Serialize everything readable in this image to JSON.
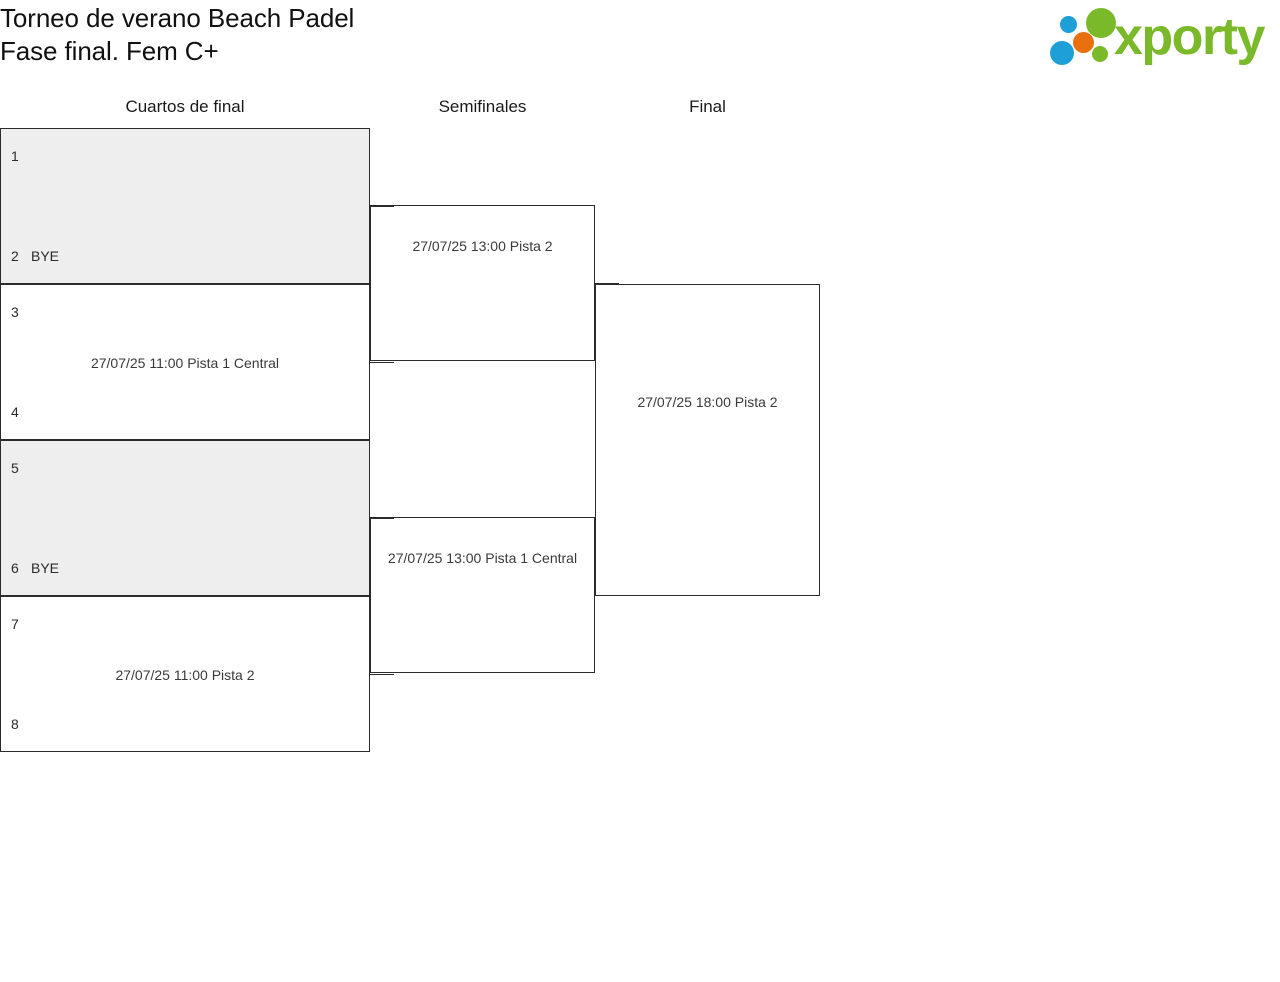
{
  "header": {
    "title_line1": "Torneo de verano Beach Padel",
    "title_line2": "Fase final. Fem C+",
    "logo_word": "xporty",
    "logo_colors": {
      "green": "#7ab929",
      "blue": "#1f9fd8",
      "orange": "#e8700f"
    }
  },
  "colors": {
    "bye_background": "#eeeeee",
    "box_border": "#2b2b2b",
    "text": "#1a1a1a",
    "page_background": "#ffffff"
  },
  "rounds": [
    {
      "key": "quarterfinals",
      "label": "Cuartos de final"
    },
    {
      "key": "semifinals",
      "label": "Semifinales"
    },
    {
      "key": "final",
      "label": "Final"
    }
  ],
  "bracket": {
    "quarterfinals": [
      {
        "id": "qf1",
        "bye": true,
        "top": {
          "seed": "1",
          "name": ""
        },
        "bottom": {
          "seed": "2",
          "name": "BYE"
        },
        "schedule": ""
      },
      {
        "id": "qf2",
        "bye": false,
        "top": {
          "seed": "3",
          "name": ""
        },
        "bottom": {
          "seed": "4",
          "name": ""
        },
        "schedule": "27/07/25 11:00 Pista 1 Central"
      },
      {
        "id": "qf3",
        "bye": true,
        "top": {
          "seed": "5",
          "name": ""
        },
        "bottom": {
          "seed": "6",
          "name": "BYE"
        },
        "schedule": ""
      },
      {
        "id": "qf4",
        "bye": false,
        "top": {
          "seed": "7",
          "name": ""
        },
        "bottom": {
          "seed": "8",
          "name": ""
        },
        "schedule": "27/07/25 11:00 Pista 2"
      }
    ],
    "semifinals": [
      {
        "id": "sf1",
        "schedule": "27/07/25 13:00 Pista 2"
      },
      {
        "id": "sf2",
        "schedule": "27/07/25 13:00 Pista 1 Central"
      }
    ],
    "final": [
      {
        "id": "f1",
        "schedule": "27/07/25 18:00 Pista 2"
      }
    ]
  }
}
